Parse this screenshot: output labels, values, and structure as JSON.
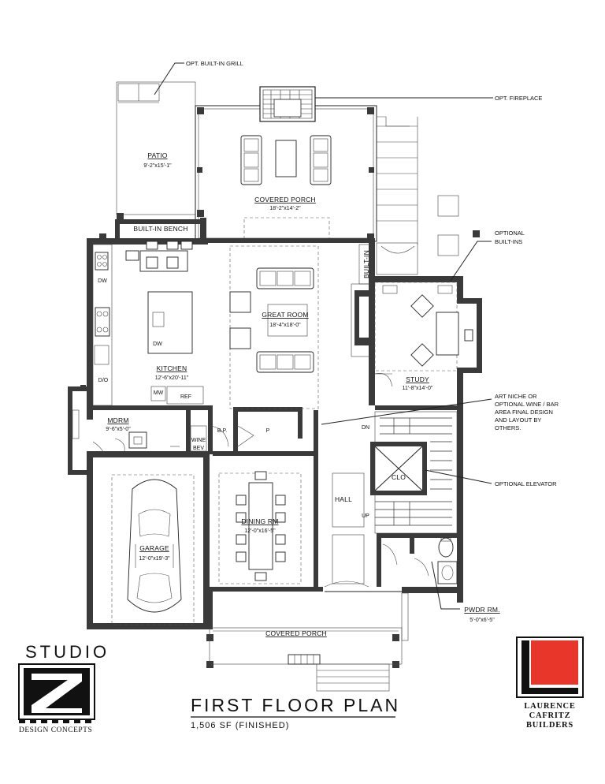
{
  "title": "FIRST FLOOR PLAN",
  "subtitle": "1,506 SF (FINISHED)",
  "studio_logo": {
    "word": "STUDIO",
    "letter": "Z",
    "tagline": "DESIGN CONCEPTS"
  },
  "builder_logo": {
    "line1": "LAURENCE",
    "line2": "CAFRITZ",
    "line3": "BUILDERS",
    "accent_color": "#e8362a"
  },
  "callouts": {
    "grill": "OPT. BUILT-IN GRILL",
    "fireplace": "OPT. FIREPLACE",
    "builtins": [
      "OPTIONAL",
      "BUILT-INS"
    ],
    "art_niche": [
      "ART NICHE OR",
      "OPTIONAL WINE / BAR",
      "AREA FINAL DESIGN",
      "AND LAYOUT BY",
      "OTHERS."
    ],
    "elevator": "OPTIONAL ELEVATOR"
  },
  "rooms": {
    "patio": {
      "name": "PATIO",
      "dim": "9'-2\"x15'-1\""
    },
    "covered_porch_rear": {
      "name": "COVERED PORCH",
      "dim": "18'-2\"x14'-2\""
    },
    "builtin_bench": "BUILT-IN BENCH",
    "builtin_vertical": "BUILT-IN",
    "great_room": {
      "name": "GREAT ROOM",
      "dim": "18'-4\"x18'-0\""
    },
    "kitchen": {
      "name": "KITCHEN",
      "dim": "12'-6\"x20'-11\""
    },
    "study": {
      "name": "STUDY",
      "dim": "11'-8\"x14'-0\""
    },
    "mdrm": {
      "name": "MDRM",
      "dim": "9'-6\"x5'-0\""
    },
    "garage": {
      "name": "GARAGE",
      "dim": "12'-0\"x19'-3\""
    },
    "dining": {
      "name": "DINING RM",
      "dim": "12'-0\"x16'-5\""
    },
    "hall": "HALL",
    "clo": "CLO",
    "pwdr": {
      "name": "PWDR RM.",
      "dim": "5'-0\"x6'-5\""
    },
    "covered_porch_front": "COVERED PORCH"
  },
  "small_labels": {
    "dw_upper": "DW",
    "dw_island": "DW",
    "do": "D/O",
    "mw": "MW",
    "ref": "REF",
    "bp": "B.P.",
    "p": "P",
    "wine": "WINE",
    "bev": "BEV",
    "dn": "DN",
    "up": "UP"
  }
}
